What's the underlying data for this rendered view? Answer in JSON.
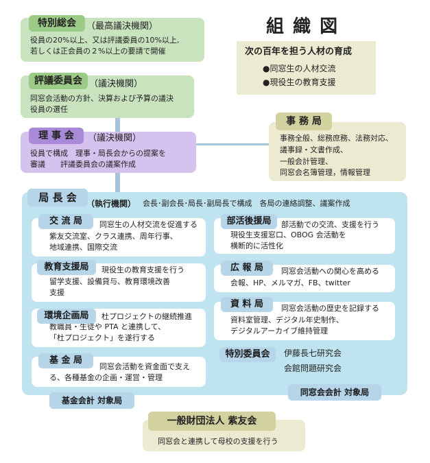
{
  "title": "組 織 図",
  "mission": {
    "heading": "次の百年を担う人材の育成",
    "items": [
      "●同窓生の人材交流",
      "●現役生の教育支援"
    ]
  },
  "tokubetsu_sokai": {
    "name": "特別総会",
    "role": "（最高議決機関）",
    "desc": [
      "役員の20%以上、又は評議委員の10%以上,",
      "若しくは正会員の２%以上の要請で開催"
    ]
  },
  "hyogi": {
    "name": "評議委員会",
    "role": "（議決機関）",
    "desc": [
      "同窓会活動の方針、決算および予算の議決",
      "役員の選任"
    ]
  },
  "rijikai": {
    "name": "理 事 会",
    "role": "（議決機関）",
    "desc": [
      "役員で構成　理事・局長会からの提案を",
      "審議　　評議委員会の議案作成"
    ]
  },
  "jimukyoku": {
    "name": "事 務 局",
    "desc": [
      "事務全般、総務庶務、法務対応、",
      "議事録・文書作成、",
      "一般会計管理、",
      "同窓会名簿管理，情報管理"
    ]
  },
  "kyokuchokai": {
    "name": "局 長 会",
    "role": "（執行機関）",
    "desc": "会長･副会長･局長･副局長で構成　各局の連絡調整、議案作成"
  },
  "bureaus": {
    "koryu": {
      "name": "交 流 局",
      "summary": "同窓生の人材交流を促進する",
      "detail": [
        "紫友交流室、クラス連携、周年行事、",
        "地域連携、国際交流"
      ]
    },
    "kyoiku": {
      "name": "教育支援局",
      "summary": "現役生の教育支援を行う",
      "detail": [
        "留学支援、設備貸与、教育環境改善",
        "支援"
      ]
    },
    "kankyo": {
      "name": "環境企画局",
      "summary": "杜プロジェクトの継続推進",
      "detail": [
        "教職員・生徒や PTA と連携して、",
        "「杜プロジェクト」を遂行する"
      ]
    },
    "kikin": {
      "name": "基 金 局",
      "summary": "同窓会活動を資金面で支え",
      "detail": [
        "る、各種基金の企画・運営・管理"
      ]
    },
    "bukatsu": {
      "name": "部活後援局",
      "summary": "部活動での交流、支援を行う",
      "detail": [
        "現役生支援窓口、OBOG 会活動を",
        "横断的に活性化"
      ]
    },
    "koho": {
      "name": "広 報 局",
      "summary": "同窓会活動への関心を高める",
      "detail": [
        "会報、HP、メルマガ、FB、twitter"
      ]
    },
    "shiryo": {
      "name": "資 料 局",
      "summary": "同窓会活動の歴史を記録する",
      "detail": [
        "資料室管理、デジタル年史制作、",
        "デジタルアーカイブ維持管理"
      ]
    }
  },
  "tokubetsu_iinkai": {
    "name": "特別委員会",
    "items": [
      "伊藤長七研究会",
      "会館問題研究会"
    ]
  },
  "kikin_kaikei": "基金会計 対象局",
  "dosokai_kaikei": "同窓会会計 対象局",
  "shiyukai": {
    "name": "一般財団法人 紫友会",
    "desc": "同窓会と連携して母校の支援を行う"
  },
  "colors": {
    "green_panel": "#c9e3bf",
    "green_tab": "#9ccb87",
    "purple_panel": "#d6c2ef",
    "purple_tab": "#a88ad8",
    "tan_panel": "#ecebd2",
    "tan_tab": "#d2d1a0",
    "blue_panel": "#bfe3ef",
    "blue_tab": "#b6d5e9",
    "connector": "#a9c4d9"
  }
}
